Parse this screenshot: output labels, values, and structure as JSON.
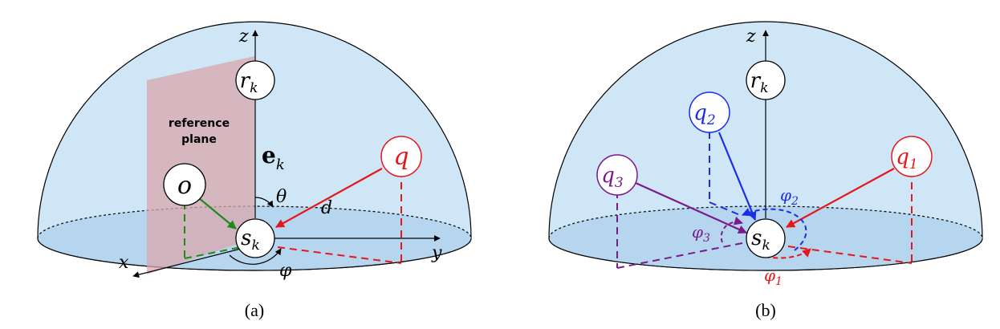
{
  "colors": {
    "dome": "#cfe6f6",
    "base": "#b5d6ee",
    "plane": "#d9a7ac",
    "red": "#e8161a",
    "blue": "#1a2ee8",
    "purple": "#7a1a8c",
    "green": "#1e8a1e",
    "black": "#000000"
  },
  "panel_a": {
    "caption": "(a)",
    "axis_z": "z",
    "axis_x": "x",
    "axis_y": "y",
    "node_r": "r",
    "node_r_sub": "k",
    "node_s": "s",
    "node_s_sub": "k",
    "node_o": "o",
    "node_q": "q",
    "vector_e": "e",
    "vector_e_sub": "k",
    "angle_theta": "θ",
    "angle_phi": "φ",
    "distance_d": "d",
    "plane_label_1": "reference",
    "plane_label_2": "plane"
  },
  "panel_b": {
    "caption": "(b)",
    "axis_z": "z",
    "node_r": "r",
    "node_r_sub": "k",
    "node_s": "s",
    "node_s_sub": "k",
    "node_q1": "q",
    "node_q1_sub": "1",
    "node_q2": "q",
    "node_q2_sub": "2",
    "node_q3": "q",
    "node_q3_sub": "3",
    "angle_phi1": "φ",
    "angle_phi1_sub": "1",
    "angle_phi2": "φ",
    "angle_phi2_sub": "2",
    "angle_phi3": "φ",
    "angle_phi3_sub": "3"
  }
}
